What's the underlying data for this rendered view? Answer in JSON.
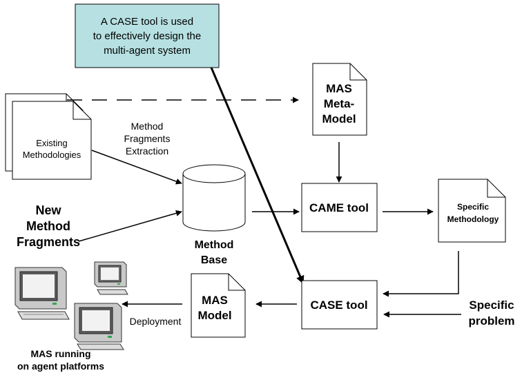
{
  "callout": {
    "line1": "A CASE tool is used",
    "line2": "to effectively design the",
    "line3": "multi-agent system",
    "fill": "#b7e0e2"
  },
  "existing_methodologies": {
    "line1": "Existing",
    "line2": "Methodologies"
  },
  "extraction_label": {
    "line1": "Method",
    "line2": "Fragments",
    "line3": "Extraction"
  },
  "new_fragments": {
    "line1": "New",
    "line2": "Method",
    "line3": "Fragments"
  },
  "method_base": {
    "line1": "Method",
    "line2": "Base"
  },
  "meta_model": {
    "line1": "MAS",
    "line2": "Meta-",
    "line3": "Model"
  },
  "came_tool": {
    "label": "CAME tool"
  },
  "specific_methodology": {
    "line1": "Specific",
    "line2": "Methodology"
  },
  "case_tool": {
    "label": "CASE tool"
  },
  "mas_model": {
    "line1": "MAS",
    "line2": "Model"
  },
  "deployment": {
    "label": "Deployment"
  },
  "specific_problem": {
    "line1": "Specific",
    "line2": "problem"
  },
  "mas_running": {
    "line1": "MAS running",
    "line2": "on agent platforms"
  },
  "icons": {
    "computers": "computer-icon"
  }
}
